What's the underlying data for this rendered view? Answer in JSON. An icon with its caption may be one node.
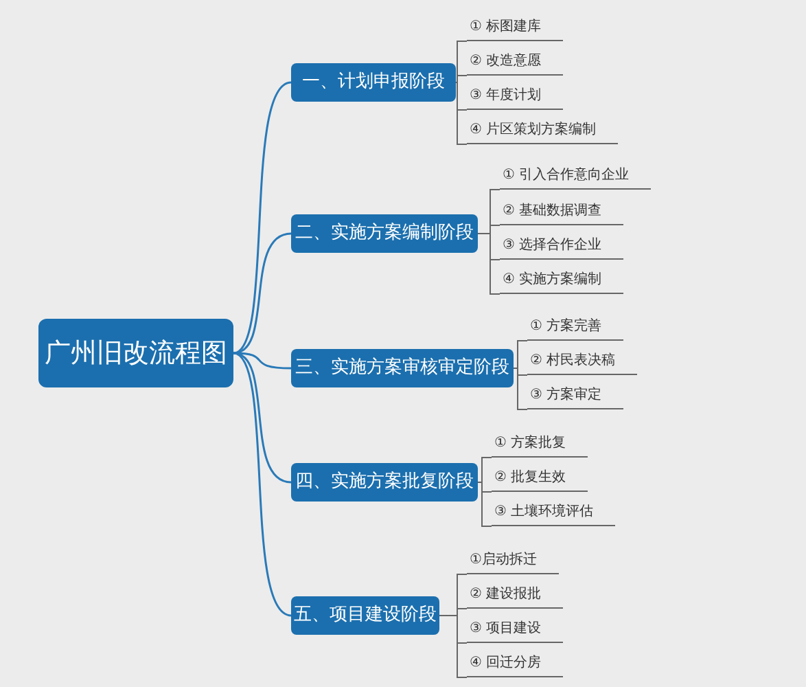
{
  "diagram": {
    "nodes": [
      {
        "text": [
          "广州旧改流程图"
        ]
      },
      {
        "text": [
          "一、计划申报阶段"
        ]
      },
      {
        "text": [
          "① 标图建库"
        ]
      },
      {
        "text": [
          "② 改造意愿"
        ]
      },
      {
        "text": [
          "③ 年度计划"
        ]
      },
      {
        "text": [
          "④ 片区策划方案编制"
        ]
      },
      {
        "text": [
          "二、实施方案编制阶段"
        ]
      },
      {
        "text": [
          "① 引入合作意向企业"
        ]
      },
      {
        "text": [
          "② 基础数据调查"
        ]
      },
      {
        "text": [
          "③ 选择合作企业"
        ]
      },
      {
        "text": [
          "④ 实施方案编制"
        ]
      },
      {
        "text": [
          "三、实施方案审核审定阶段"
        ]
      },
      {
        "text": [
          "① 方案完善"
        ]
      },
      {
        "text": [
          "② 村民表决稿"
        ]
      },
      {
        "text": [
          "③ 方案审定"
        ]
      },
      {
        "text": [
          "四、实施方案批复阶段"
        ]
      },
      {
        "text": [
          "① 方案批复"
        ]
      },
      {
        "text": [
          "② 批复生效"
        ]
      },
      {
        "text": [
          "③ 土壤环境评估"
        ]
      },
      {
        "text": [
          "五、项目建设阶段"
        ]
      },
      {
        "text": [
          "①启动拆迁"
        ]
      },
      {
        "text": [
          "② 建设报批"
        ]
      },
      {
        "text": [
          "③ 项目建设"
        ]
      },
      {
        "text": [
          "④ 回迁分房"
        ]
      }
    ],
    "edges": [
      {
        "from": 0,
        "to": 1,
        "arrow": "none"
      },
      {
        "from": 0,
        "to": 6,
        "arrow": "none"
      },
      {
        "from": 0,
        "to": 11,
        "arrow": "none"
      },
      {
        "from": 0,
        "to": 15,
        "arrow": "none"
      },
      {
        "from": 0,
        "to": 19,
        "arrow": "none"
      },
      {
        "from": 1,
        "to": 2,
        "arrow": "none"
      },
      {
        "from": 1,
        "to": 3,
        "arrow": "none"
      },
      {
        "from": 1,
        "to": 4,
        "arrow": "none"
      },
      {
        "from": 1,
        "to": 5,
        "arrow": "none"
      },
      {
        "from": 6,
        "to": 7,
        "arrow": "none"
      },
      {
        "from": 6,
        "to": 8,
        "arrow": "none"
      },
      {
        "from": 6,
        "to": 9,
        "arrow": "none"
      },
      {
        "from": 6,
        "to": 10,
        "arrow": "none"
      },
      {
        "from": 11,
        "to": 12,
        "arrow": "none"
      },
      {
        "from": 11,
        "to": 13,
        "arrow": "none"
      },
      {
        "from": 11,
        "to": 14,
        "arrow": "none"
      },
      {
        "from": 15,
        "to": 16,
        "arrow": "none"
      },
      {
        "from": 15,
        "to": 17,
        "arrow": "none"
      },
      {
        "from": 15,
        "to": 18,
        "arrow": "none"
      },
      {
        "from": 19,
        "to": 20,
        "arrow": "none"
      },
      {
        "from": 19,
        "to": 21,
        "arrow": "none"
      },
      {
        "from": 19,
        "to": 22,
        "arrow": "none"
      },
      {
        "from": 19,
        "to": 23,
        "arrow": "none"
      }
    ]
  }
}
